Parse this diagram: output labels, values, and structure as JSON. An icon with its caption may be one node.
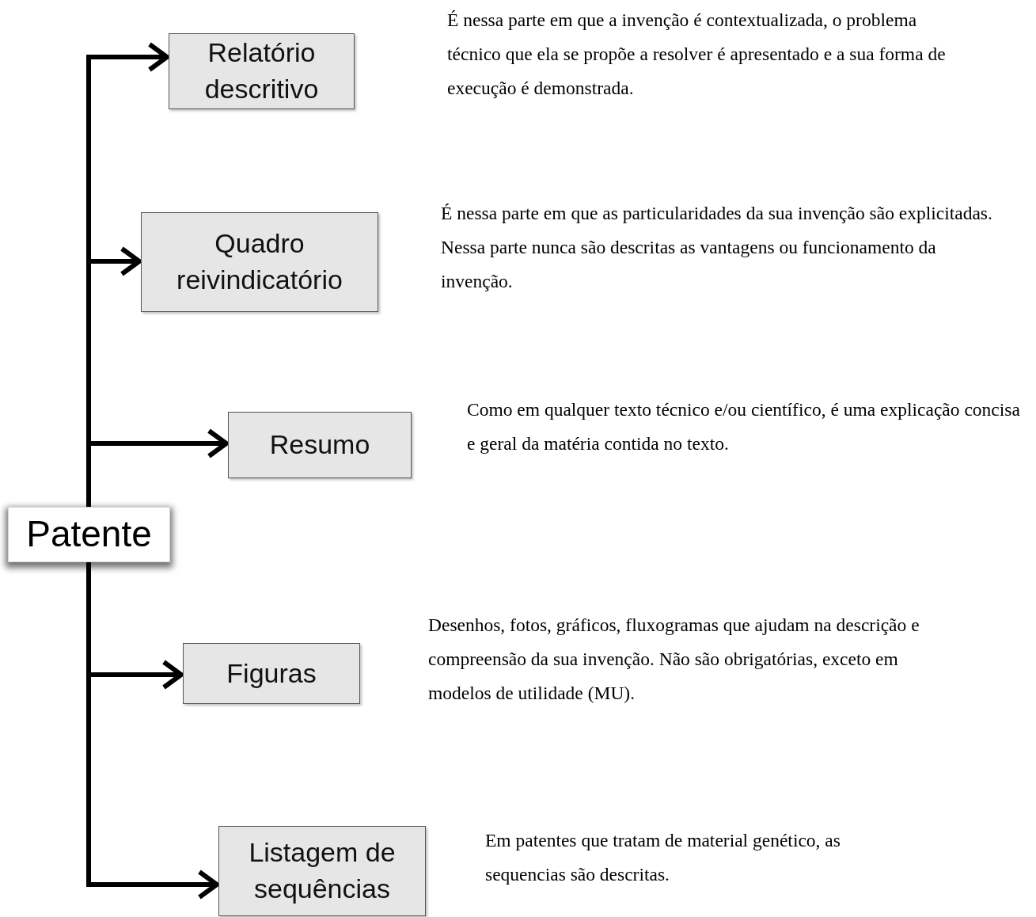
{
  "diagram": {
    "nodes": [
      {
        "text": [
          "Patente"
        ]
      },
      {
        "text": [
          "Relatório descritivo"
        ]
      },
      {
        "text": [
          "Quadro reivindicatório"
        ],
        "beside": [
          "É nessa parte em que as particularidades da sua invenção são explicitadas. Nessa parte nunca são descritas as vantagens ou funcionamento da invenção."
        ]
      },
      {
        "text": [
          "Resumo"
        ],
        "beside": [
          "Como em qualquer texto técnico e/ou científico, é uma explicação concisa e geral da matéria contida no texto."
        ]
      },
      {
        "text": [
          "Figuras"
        ],
        "beside": [
          "Desenhos, fotos, gráficos, fluxogramas que ajudam na descrição e compreensão da sua invenção. Não são obrigatórias, exceto em modelos de utilidade (MU)."
        ]
      },
      {
        "text": [
          "Listagem de sequências"
        ],
        "beside": [
          "Em patentes que tratam de material genético, as sequencias são descritas."
        ]
      }
    ],
    "edges": [
      {
        "from": 0,
        "to": 1,
        "arrow": "to"
      },
      {
        "from": 0,
        "to": 2,
        "arrow": "to"
      },
      {
        "from": 0,
        "to": 3,
        "arrow": "to"
      },
      {
        "from": 0,
        "to": 4,
        "arrow": "to"
      },
      {
        "from": 0,
        "to": 5,
        "arrow": "to"
      }
    ],
    "labels": [
      "É nessa parte em que a invenção é contextualizada, o problema técnico que ela se propõe a resolver é apresentado e a sua forma de execução é demonstrada."
    ]
  }
}
